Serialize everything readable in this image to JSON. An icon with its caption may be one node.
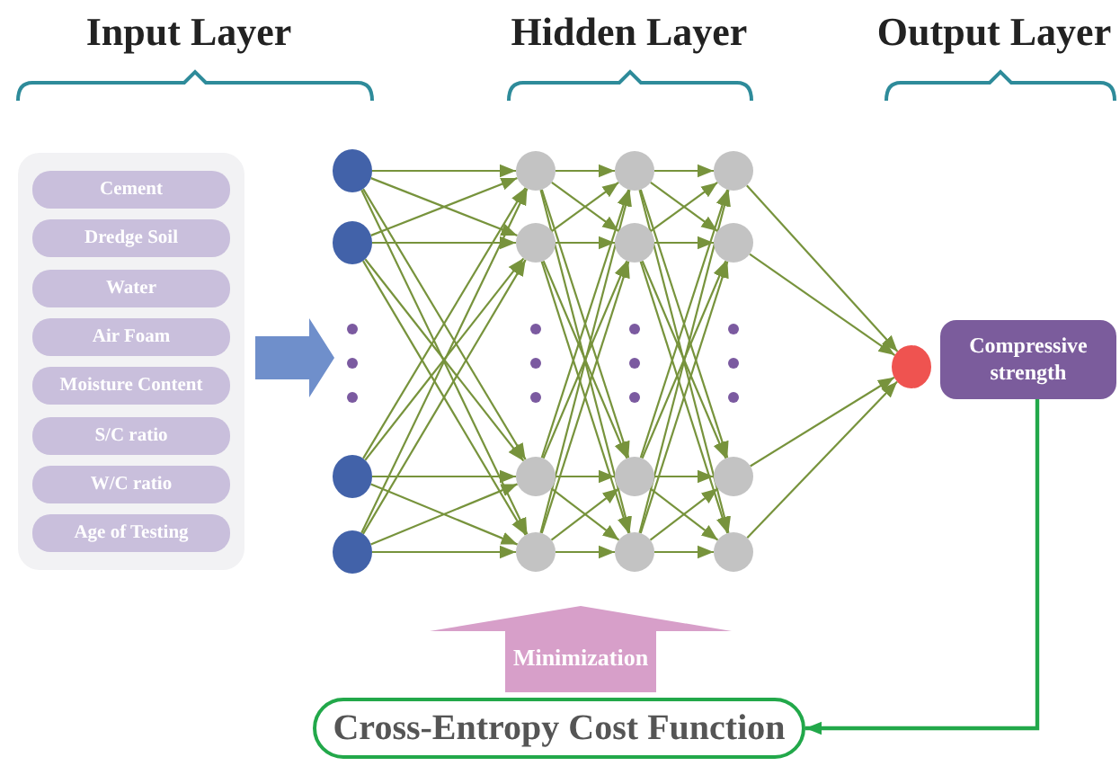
{
  "diagram": {
    "nodes": [
      {
        "text": [],
        "shape": "box"
      },
      {
        "text": [
          "Cement"
        ],
        "in": 0
      },
      {
        "text": [
          "Dredge Soil"
        ],
        "in": 0
      },
      {
        "text": [
          "Water"
        ],
        "in": 0
      },
      {
        "text": [
          "Air Foam"
        ],
        "in": 0
      },
      {
        "text": [
          "Moisture Content"
        ],
        "in": 0
      },
      {
        "text": [
          "S/C ratio"
        ],
        "in": 0
      },
      {
        "text": [
          "W/C ratio"
        ],
        "in": 0
      },
      {
        "text": [
          "Age of Testing"
        ],
        "in": 0
      },
      {
        "text": [],
        "shape": "circle"
      },
      {
        "text": [],
        "shape": "circle"
      },
      {
        "text": [],
        "shape": "circle"
      },
      {
        "text": [],
        "shape": "circle"
      },
      {
        "text": [],
        "shape": "circle"
      },
      {
        "text": [],
        "shape": "circle"
      },
      {
        "text": [],
        "shape": "circle"
      },
      {
        "text": [],
        "shape": "circle"
      },
      {
        "text": [],
        "shape": "circle"
      },
      {
        "text": [],
        "shape": "circle"
      },
      {
        "text": [],
        "shape": "circle"
      },
      {
        "text": [],
        "shape": "circle"
      },
      {
        "text": [],
        "shape": "circle"
      },
      {
        "text": [],
        "shape": "circle"
      },
      {
        "text": [],
        "shape": "circle"
      },
      {
        "text": [],
        "shape": "circle"
      },
      {
        "text": [],
        "shape": "circle"
      },
      {
        "text": [
          "Compressive strength"
        ]
      },
      {
        "text": [
          "Cross-Entropy Cost Function"
        ]
      }
    ],
    "edges": [
      {
        "from": 0,
        "to": null,
        "arrow": "to",
        "style": "thick",
        "color": "#6f8fcb"
      },
      {
        "from": 9,
        "to": 13,
        "arrow": "to"
      },
      {
        "from": 9,
        "to": 14,
        "arrow": "to"
      },
      {
        "from": 9,
        "to": 15,
        "arrow": "to"
      },
      {
        "from": 9,
        "to": 16,
        "arrow": "to"
      },
      {
        "from": 10,
        "to": 13,
        "arrow": "to"
      },
      {
        "from": 10,
        "to": 14,
        "arrow": "to"
      },
      {
        "from": 10,
        "to": 15,
        "arrow": "to"
      },
      {
        "from": 10,
        "to": 16,
        "arrow": "to"
      },
      {
        "from": 11,
        "to": 13,
        "arrow": "to"
      },
      {
        "from": 11,
        "to": 14,
        "arrow": "to"
      },
      {
        "from": 11,
        "to": 15,
        "arrow": "to"
      },
      {
        "from": 11,
        "to": 16,
        "arrow": "to"
      },
      {
        "from": 12,
        "to": 13,
        "arrow": "to"
      },
      {
        "from": 12,
        "to": 14,
        "arrow": "to"
      },
      {
        "from": 12,
        "to": 15,
        "arrow": "to"
      },
      {
        "from": 12,
        "to": 16,
        "arrow": "to"
      },
      {
        "from": 13,
        "to": 17,
        "arrow": "to"
      },
      {
        "from": 13,
        "to": 18,
        "arrow": "to"
      },
      {
        "from": 13,
        "to": 19,
        "arrow": "to"
      },
      {
        "from": 13,
        "to": 20,
        "arrow": "to"
      },
      {
        "from": 14,
        "to": 17,
        "arrow": "to"
      },
      {
        "from": 14,
        "to": 18,
        "arrow": "to"
      },
      {
        "from": 14,
        "to": 19,
        "arrow": "to"
      },
      {
        "from": 14,
        "to": 20,
        "arrow": "to"
      },
      {
        "from": 15,
        "to": 17,
        "arrow": "to"
      },
      {
        "from": 15,
        "to": 18,
        "arrow": "to"
      },
      {
        "from": 15,
        "to": 19,
        "arrow": "to"
      },
      {
        "from": 15,
        "to": 20,
        "arrow": "to"
      },
      {
        "from": 16,
        "to": 17,
        "arrow": "to"
      },
      {
        "from": 16,
        "to": 18,
        "arrow": "to"
      },
      {
        "from": 16,
        "to": 19,
        "arrow": "to"
      },
      {
        "from": 16,
        "to": 20,
        "arrow": "to"
      },
      {
        "from": 17,
        "to": 21,
        "arrow": "to"
      },
      {
        "from": 17,
        "to": 22,
        "arrow": "to"
      },
      {
        "from": 17,
        "to": 23,
        "arrow": "to"
      },
      {
        "from": 17,
        "to": 24,
        "arrow": "to"
      },
      {
        "from": 18,
        "to": 21,
        "arrow": "to"
      },
      {
        "from": 18,
        "to": 22,
        "arrow": "to"
      },
      {
        "from": 18,
        "to": 23,
        "arrow": "to"
      },
      {
        "from": 18,
        "to": 24,
        "arrow": "to"
      },
      {
        "from": 19,
        "to": 21,
        "arrow": "to"
      },
      {
        "from": 19,
        "to": 22,
        "arrow": "to"
      },
      {
        "from": 19,
        "to": 23,
        "arrow": "to"
      },
      {
        "from": 19,
        "to": 24,
        "arrow": "to"
      },
      {
        "from": 20,
        "to": 21,
        "arrow": "to"
      },
      {
        "from": 20,
        "to": 22,
        "arrow": "to"
      },
      {
        "from": 20,
        "to": 23,
        "arrow": "to"
      },
      {
        "from": 20,
        "to": 24,
        "arrow": "to"
      },
      {
        "from": 21,
        "to": 25,
        "arrow": "to"
      },
      {
        "from": 22,
        "to": 25,
        "arrow": "to"
      },
      {
        "from": 23,
        "to": 25,
        "arrow": "to"
      },
      {
        "from": 24,
        "to": 25,
        "arrow": "to"
      },
      {
        "from": 26,
        "to": 27,
        "arrow": "to",
        "color": "#22a84a"
      },
      {
        "from": 27,
        "to": null,
        "arrow": "to",
        "label": "Minimization",
        "style": "thick",
        "color": "#d79fc9"
      }
    ],
    "labels": [
      "Input Layer",
      "Hidden Layer",
      "Output Layer"
    ]
  }
}
